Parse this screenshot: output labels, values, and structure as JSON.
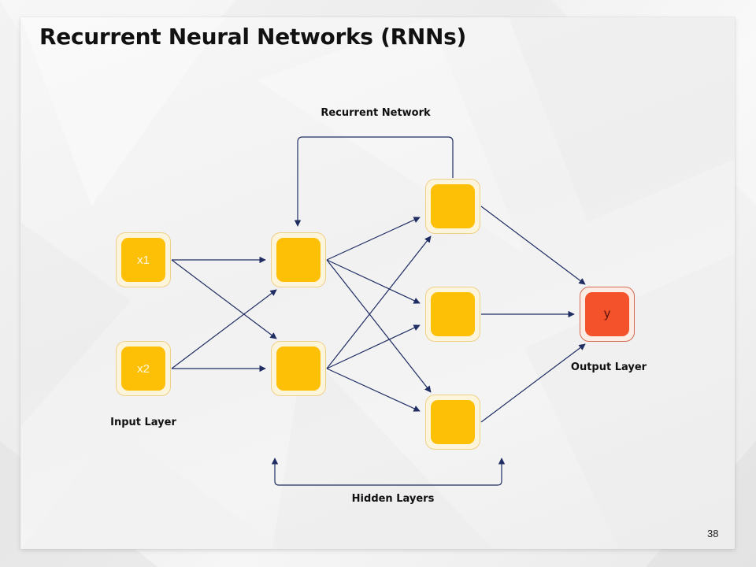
{
  "slide": {
    "title": "Recurrent Neural Networks (RNNs)",
    "page_number": "38"
  },
  "colors": {
    "node_fill": "#fdc006",
    "node_halo": "#fdf4dc",
    "output_fill": "#f3522a",
    "arrow": "#1f2d63",
    "text": "#111111"
  },
  "diagram": {
    "labels": {
      "recurrent": "Recurrent Network",
      "input_layer": "Input Layer",
      "hidden_layers": "Hidden Layers",
      "output_layer": "Output Layer"
    },
    "layers": [
      {
        "id": "input",
        "nodes": [
          {
            "id": "x1",
            "label": "x1"
          },
          {
            "id": "x2",
            "label": "x2"
          }
        ]
      },
      {
        "id": "hidden1",
        "nodes": [
          {
            "id": "h1a",
            "label": ""
          },
          {
            "id": "h1b",
            "label": ""
          }
        ]
      },
      {
        "id": "hidden2",
        "nodes": [
          {
            "id": "h2a",
            "label": ""
          },
          {
            "id": "h2b",
            "label": ""
          },
          {
            "id": "h2c",
            "label": ""
          }
        ]
      },
      {
        "id": "output",
        "nodes": [
          {
            "id": "y",
            "label": "y"
          }
        ]
      }
    ],
    "edges": [
      [
        "x1",
        "h1a"
      ],
      [
        "x1",
        "h1b"
      ],
      [
        "x2",
        "h1a"
      ],
      [
        "x2",
        "h1b"
      ],
      [
        "h1a",
        "h2a"
      ],
      [
        "h1a",
        "h2b"
      ],
      [
        "h1a",
        "h2c"
      ],
      [
        "h1b",
        "h2a"
      ],
      [
        "h1b",
        "h2b"
      ],
      [
        "h1b",
        "h2c"
      ],
      [
        "h2a",
        "y"
      ],
      [
        "h2b",
        "y"
      ],
      [
        "h2c",
        "y"
      ]
    ],
    "recurrent_edge": [
      "h2a",
      "h1a"
    ]
  }
}
